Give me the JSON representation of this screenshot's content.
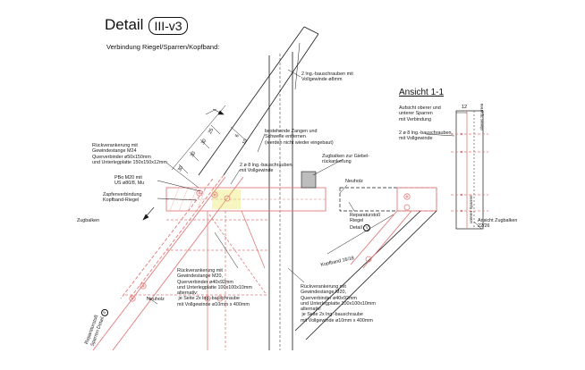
{
  "header": {
    "title": "Detail",
    "detail_id": "III-v3",
    "subtitle": "Verbindung Riegel/Sparren/Kopfband:"
  },
  "ansicht": {
    "title": "Ansicht 1-1",
    "note1": "Aufsicht oberer und\nunterer Sparren\nmit Verbindung",
    "note2": "2 ø 8 lng.-bauschrauben,\nmit Vollgewinde",
    "note3": "Ansicht Zugbalken\n22/26",
    "dim": "12",
    "label_top": "oberer Sparren",
    "label_bottom": "unterer Sparren"
  },
  "labels": {
    "screw_top": "2 lng.-bauschrauben mit\nVollgewinde ø8mm",
    "zangen": "bestehende Zangen und\nSchwelle entfernen\n(werden nicht wieder eingebaut)",
    "screw_mid": "2 ø 8 lng.-bauschrauben,\nmit Vollgewinde",
    "zugbalken": "Zugbalken zur Giebel-\nrückankerung",
    "rueck_m24": "Rückverankerung mit\nGewindestange M24\nQuerverbinder ø50x150mm\nund Unterlegplatte 150x150x12mm",
    "pbo": "PBo M20 mit\nUS ø80/8, Mu",
    "zapfen": "Zapfenverbindung\nKopfband-Riegel",
    "zugbalken_left": "Zugbalken",
    "neuholz_right": "Neuholz",
    "reparatur_riegel": "Reparaturstoß\nRiegel\nDetail",
    "reparatur_riegel_ref": "V",
    "kopfband": "Kopfband 16/18",
    "rueck_m20_left": "Rückverankerung mit\nGewindestange M20,\nQuerverbinder ø40x92mm\nund Unterlegplatte 100x100x10mm\nalternativ:\n je Seite 2x lng.-bauschraube\nmit Vollgewinde ø10mm x 400mm",
    "neuholz_left": "Neuholz",
    "reparatur_sparren": "Reparaturstoß\nSparren Detail",
    "reparatur_sparren_ref": "II",
    "rueck_m20_right": "Rückverankerung mit\nGewindestange M20,\nQuerverbinder ø40x92mm\nund Unterlegplatte 100x100x10mm\nalternativ:\n je Seite 2x lng.-bauschraube\nmit Vollgewinde ø10mm x 400mm"
  },
  "dimensions": [
    "30",
    "30",
    "30",
    "25",
    "6",
    "10"
  ],
  "colors": {
    "timber": "#e07b7b",
    "line": "#1a1a1a",
    "hatch": "#f2b5b5",
    "yellow": "#e8e24a",
    "plate": "#bdbdbd"
  }
}
